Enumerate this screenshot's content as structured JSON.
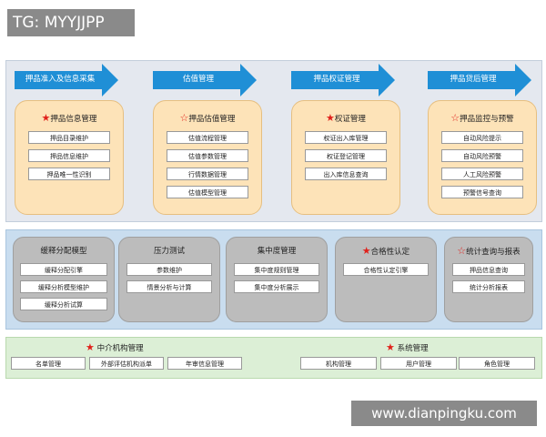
{
  "watermarks": {
    "tg": "TG: MYYJJPP",
    "site": "www.dianpingku.com"
  },
  "top": {
    "stages": [
      {
        "arrow_label": "押品准入及信息采集",
        "box_title": "押品信息管理",
        "star": "filled",
        "items": [
          "押品目录维护",
          "押品信息维护",
          "押品唯一性识别"
        ]
      },
      {
        "arrow_label": "估值管理",
        "box_title": "押品估值管理",
        "star": "outline",
        "items": [
          "估值流程管理",
          "估值参数管理",
          "行情数据管理",
          "估值模型管理"
        ]
      },
      {
        "arrow_label": "押品权证管理",
        "box_title": "权证管理",
        "star": "filled",
        "items": [
          "权证出入库管理",
          "权证登记管理",
          "出入库信息查询"
        ]
      },
      {
        "arrow_label": "押品贷后管理",
        "box_title": "押品监控与预警",
        "star": "outline",
        "items": [
          "自动风险提示",
          "自动风险预警",
          "人工风险预警",
          "预警信号查询"
        ]
      }
    ]
  },
  "middle": {
    "modules": [
      {
        "title": "缓释分配模型",
        "star": "none",
        "items": [
          "缓释分配引擎",
          "缓释分析模型维护",
          "缓释分析试算"
        ]
      },
      {
        "title": "压力测试",
        "star": "none",
        "items": [
          "参数维护",
          "情景分析与计算"
        ]
      },
      {
        "title": "集中度管理",
        "star": "none",
        "items": [
          "集中度规则管理",
          "集中度分析展示"
        ]
      },
      {
        "title": "合格性认定",
        "star": "filled",
        "items": [
          "合格性认定引擎"
        ]
      },
      {
        "title": "统计查询与报表",
        "star": "outline",
        "items": [
          "押品信息查询",
          "统计分析报表"
        ]
      }
    ]
  },
  "bottom": {
    "left": {
      "title": "中介机构管理",
      "items": [
        "名单管理",
        "外部评估机构派单",
        "年审信息管理"
      ]
    },
    "right": {
      "title": "系统管理",
      "items": [
        "机构管理",
        "用户管理",
        "角色管理"
      ]
    }
  },
  "colors": {
    "arrow": "#1f8fd6",
    "star": "#e0211b",
    "orange_box": "#fde3b8",
    "gray_box": "#bcbcbc"
  }
}
